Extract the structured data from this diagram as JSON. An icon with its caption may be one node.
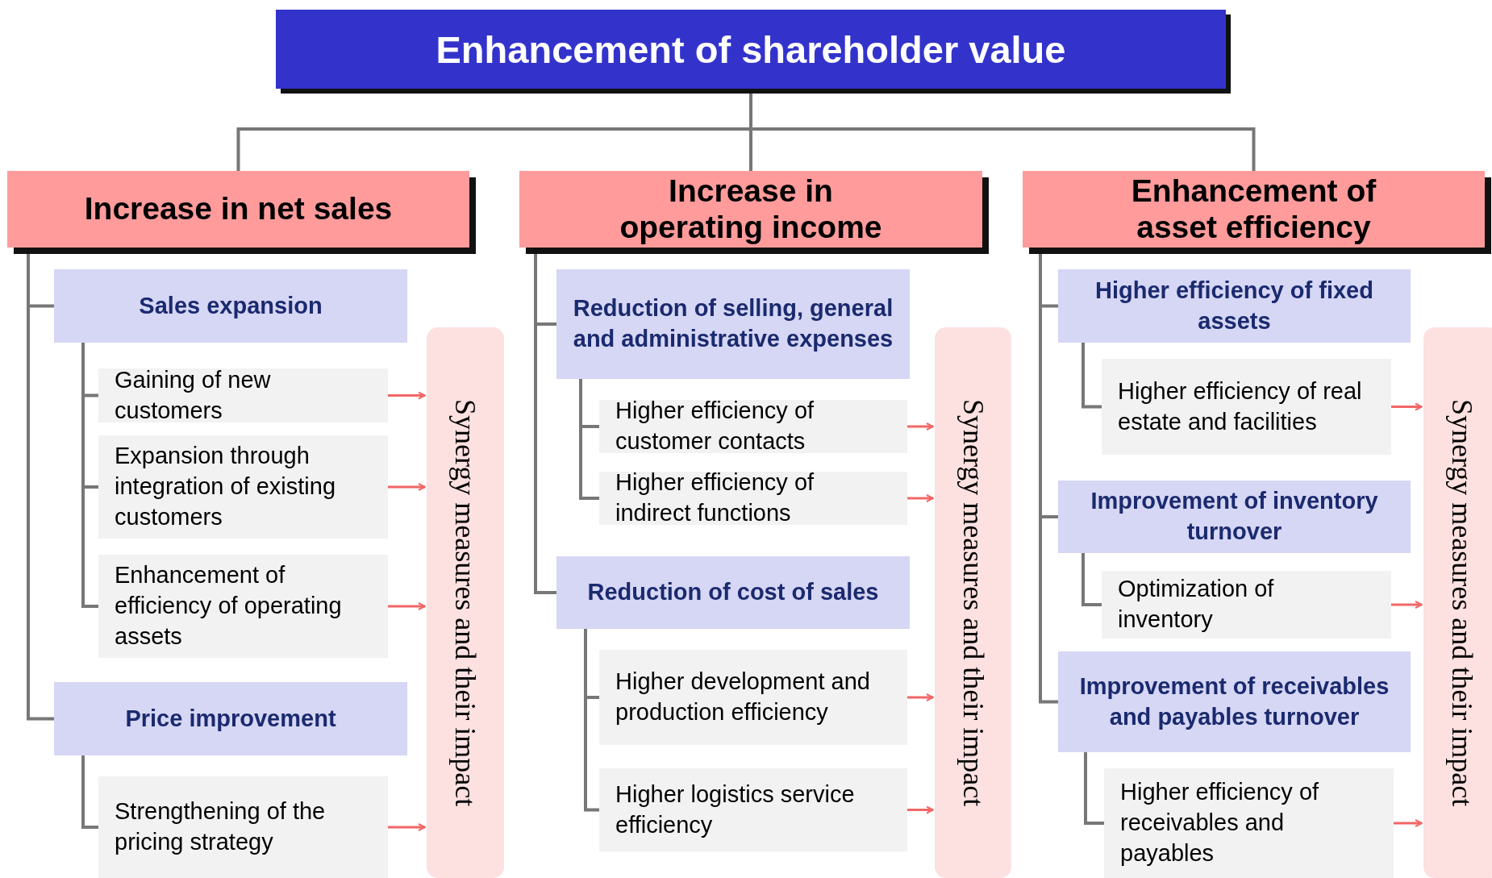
{
  "diagram": {
    "nodes": [
      {
        "text": [
          "Enhancement of shareholder value"
        ]
      },
      {
        "text": [
          "Increase in net sales"
        ]
      },
      {
        "text": [
          "Increase in operating income"
        ]
      },
      {
        "text": [
          "Enhancement of asset efficiency"
        ]
      },
      {
        "text": [
          "Sales expansion"
        ]
      },
      {
        "text": [
          "Gaining of new customers"
        ]
      },
      {
        "text": [
          "Expansion through integration of existing customers"
        ]
      },
      {
        "text": [
          "Enhancement of efficiency of operating assets"
        ]
      },
      {
        "text": [
          "Price improvement"
        ]
      },
      {
        "text": [
          "Strengthening of the pricing strategy"
        ]
      },
      {
        "text": [
          "Synergy measures and their impact"
        ]
      },
      {
        "text": [
          "Reduction of selling, general and administrative expenses"
        ]
      },
      {
        "text": [
          "Higher efficiency of customer contacts"
        ]
      },
      {
        "text": [
          "Higher efficiency of indirect functions"
        ]
      },
      {
        "text": [
          "Reduction of cost of sales"
        ]
      },
      {
        "text": [
          "Higher development and production efficiency"
        ]
      },
      {
        "text": [
          "Higher logistics service efficiency"
        ]
      },
      {
        "text": [
          "Synergy measures and their impact"
        ]
      },
      {
        "text": [
          "Higher efficiency of fixed assets"
        ]
      },
      {
        "text": [
          "Higher efficiency of real estate and facilities"
        ]
      },
      {
        "text": [
          "Improvement of inventory turnover"
        ]
      },
      {
        "text": [
          "Optimization of inventory"
        ]
      },
      {
        "text": [
          "Improvement of receivables and payables turnover"
        ]
      },
      {
        "text": [
          "Higher efficiency of receivables and payables"
        ]
      },
      {
        "text": [
          "Synergy measures and their impact"
        ]
      }
    ],
    "edges": [
      {
        "from": 0,
        "to": 1,
        "arrow": "none"
      },
      {
        "from": 0,
        "to": 2,
        "arrow": "none"
      },
      {
        "from": 0,
        "to": 3,
        "arrow": "none"
      },
      {
        "from": 1,
        "to": 4,
        "arrow": "none"
      },
      {
        "from": 1,
        "to": 8,
        "arrow": "none"
      },
      {
        "from": 4,
        "to": 5,
        "arrow": "none"
      },
      {
        "from": 4,
        "to": 6,
        "arrow": "none"
      },
      {
        "from": 4,
        "to": 7,
        "arrow": "none"
      },
      {
        "from": 8,
        "to": 9,
        "arrow": "none"
      },
      {
        "from": 5,
        "to": 10,
        "arrow": "to",
        "color": "#f26666"
      },
      {
        "from": 6,
        "to": 10,
        "arrow": "to",
        "color": "#f26666"
      },
      {
        "from": 7,
        "to": 10,
        "arrow": "to",
        "color": "#f26666"
      },
      {
        "from": 9,
        "to": 10,
        "arrow": "to",
        "color": "#f26666"
      },
      {
        "from": 2,
        "to": 11,
        "arrow": "none"
      },
      {
        "from": 2,
        "to": 14,
        "arrow": "none"
      },
      {
        "from": 11,
        "to": 12,
        "arrow": "none"
      },
      {
        "from": 11,
        "to": 13,
        "arrow": "none"
      },
      {
        "from": 14,
        "to": 15,
        "arrow": "none"
      },
      {
        "from": 14,
        "to": 16,
        "arrow": "none"
      },
      {
        "from": 12,
        "to": 17,
        "arrow": "to",
        "color": "#f26666"
      },
      {
        "from": 13,
        "to": 17,
        "arrow": "to",
        "color": "#f26666"
      },
      {
        "from": 15,
        "to": 17,
        "arrow": "to",
        "color": "#f26666"
      },
      {
        "from": 16,
        "to": 17,
        "arrow": "to",
        "color": "#f26666"
      },
      {
        "from": 3,
        "to": 18,
        "arrow": "none"
      },
      {
        "from": 3,
        "to": 20,
        "arrow": "none"
      },
      {
        "from": 3,
        "to": 22,
        "arrow": "none"
      },
      {
        "from": 18,
        "to": 19,
        "arrow": "none"
      },
      {
        "from": 20,
        "to": 21,
        "arrow": "none"
      },
      {
        "from": 22,
        "to": 23,
        "arrow": "none"
      },
      {
        "from": 19,
        "to": 24,
        "arrow": "to",
        "color": "#f26666"
      },
      {
        "from": 21,
        "to": 24,
        "arrow": "to",
        "color": "#f26666"
      },
      {
        "from": 23,
        "to": 24,
        "arrow": "to",
        "color": "#f26666"
      }
    ]
  }
}
